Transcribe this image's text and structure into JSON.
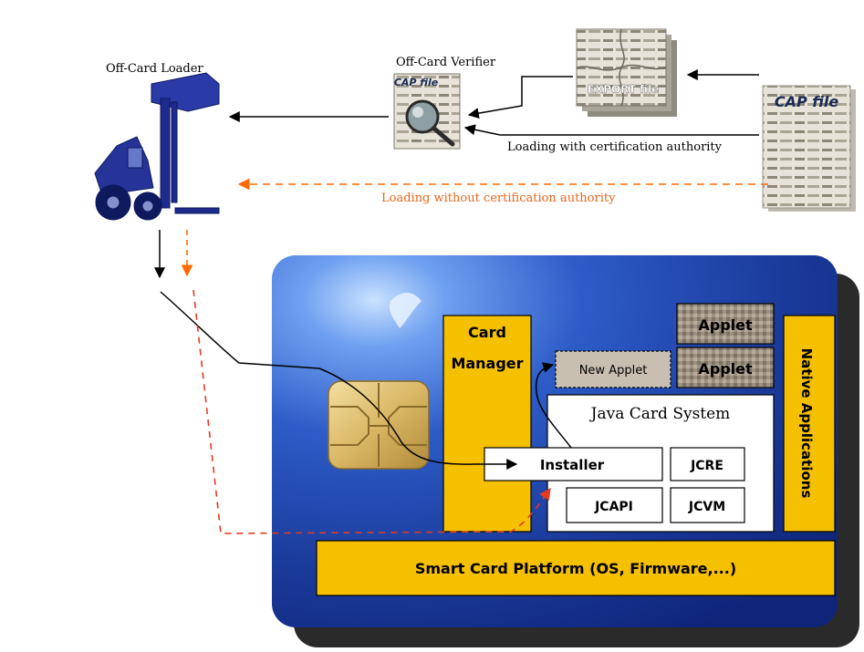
{
  "colors": {
    "card_blue": "#1f3f9e",
    "card_gold": "#f5c000",
    "orange_dashed": "#ff6a00",
    "red_dashed": "#e53b1f",
    "black_line": "#000000"
  },
  "labels": {
    "off_card_loader": "Off-Card Loader",
    "off_card_verifier": "Off-Card Verifier",
    "cap_file_small": "CAP file",
    "export_file": "EXPORT file",
    "cap_file_large": "CAP file",
    "loading_with_ca": "Loading with certification authority",
    "loading_without_ca": "Loading without certification authority"
  },
  "card": {
    "card_manager_line1": "Card",
    "card_manager_line2": "Manager",
    "applet_1": "Applet",
    "applet_2": "Applet",
    "new_applet": "New Applet",
    "java_card_system": "Java Card System",
    "installer": "Installer",
    "jcre": "JCRE",
    "jcapi": "JCAPI",
    "jcvm": "JCVM",
    "native_applications": "Native Applications",
    "platform": "Smart Card Platform (OS, Firmware,...)"
  },
  "icons": [
    "forklift-icon",
    "magnifier-icon",
    "puzzle-icon",
    "chip-icon"
  ]
}
